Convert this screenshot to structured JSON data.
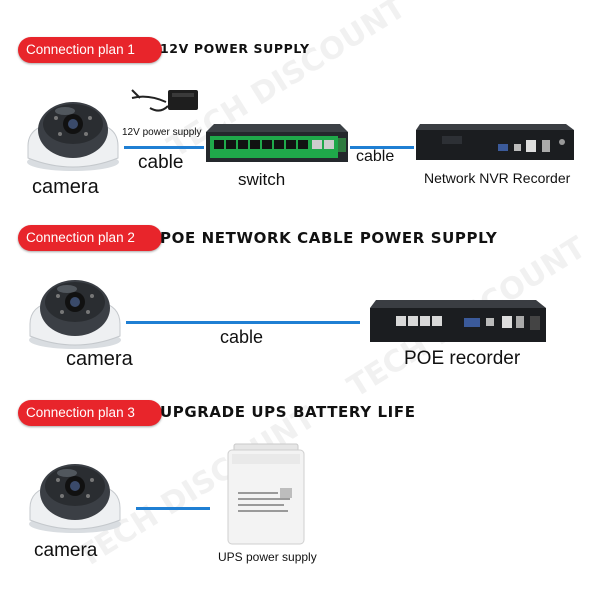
{
  "plans": [
    {
      "badge": "Connection plan 1",
      "title": "12V POWER SUPPLY",
      "labels": {
        "adapter": "12V power supply",
        "cable_left": "cable",
        "cable_right": "cable",
        "camera": "camera",
        "switch": "switch",
        "recorder": "Network NVR Recorder"
      }
    },
    {
      "badge": "Connection plan 2",
      "title": "POE NETWORK CABLE POWER SUPPLY",
      "labels": {
        "camera": "camera",
        "cable": "cable",
        "recorder": "POE recorder"
      }
    },
    {
      "badge": "Connection plan 3",
      "title": "UPGRADE UPS BATTERY LIFE",
      "labels": {
        "camera": "camera",
        "ups": "UPS power supply"
      }
    }
  ],
  "watermark": "TECH DISCOUNT",
  "colors": {
    "badge_bg": "#e8252b",
    "line": "#1f7fd3",
    "switch_body": "#2b2f33",
    "switch_panel": "#1fa84a"
  }
}
